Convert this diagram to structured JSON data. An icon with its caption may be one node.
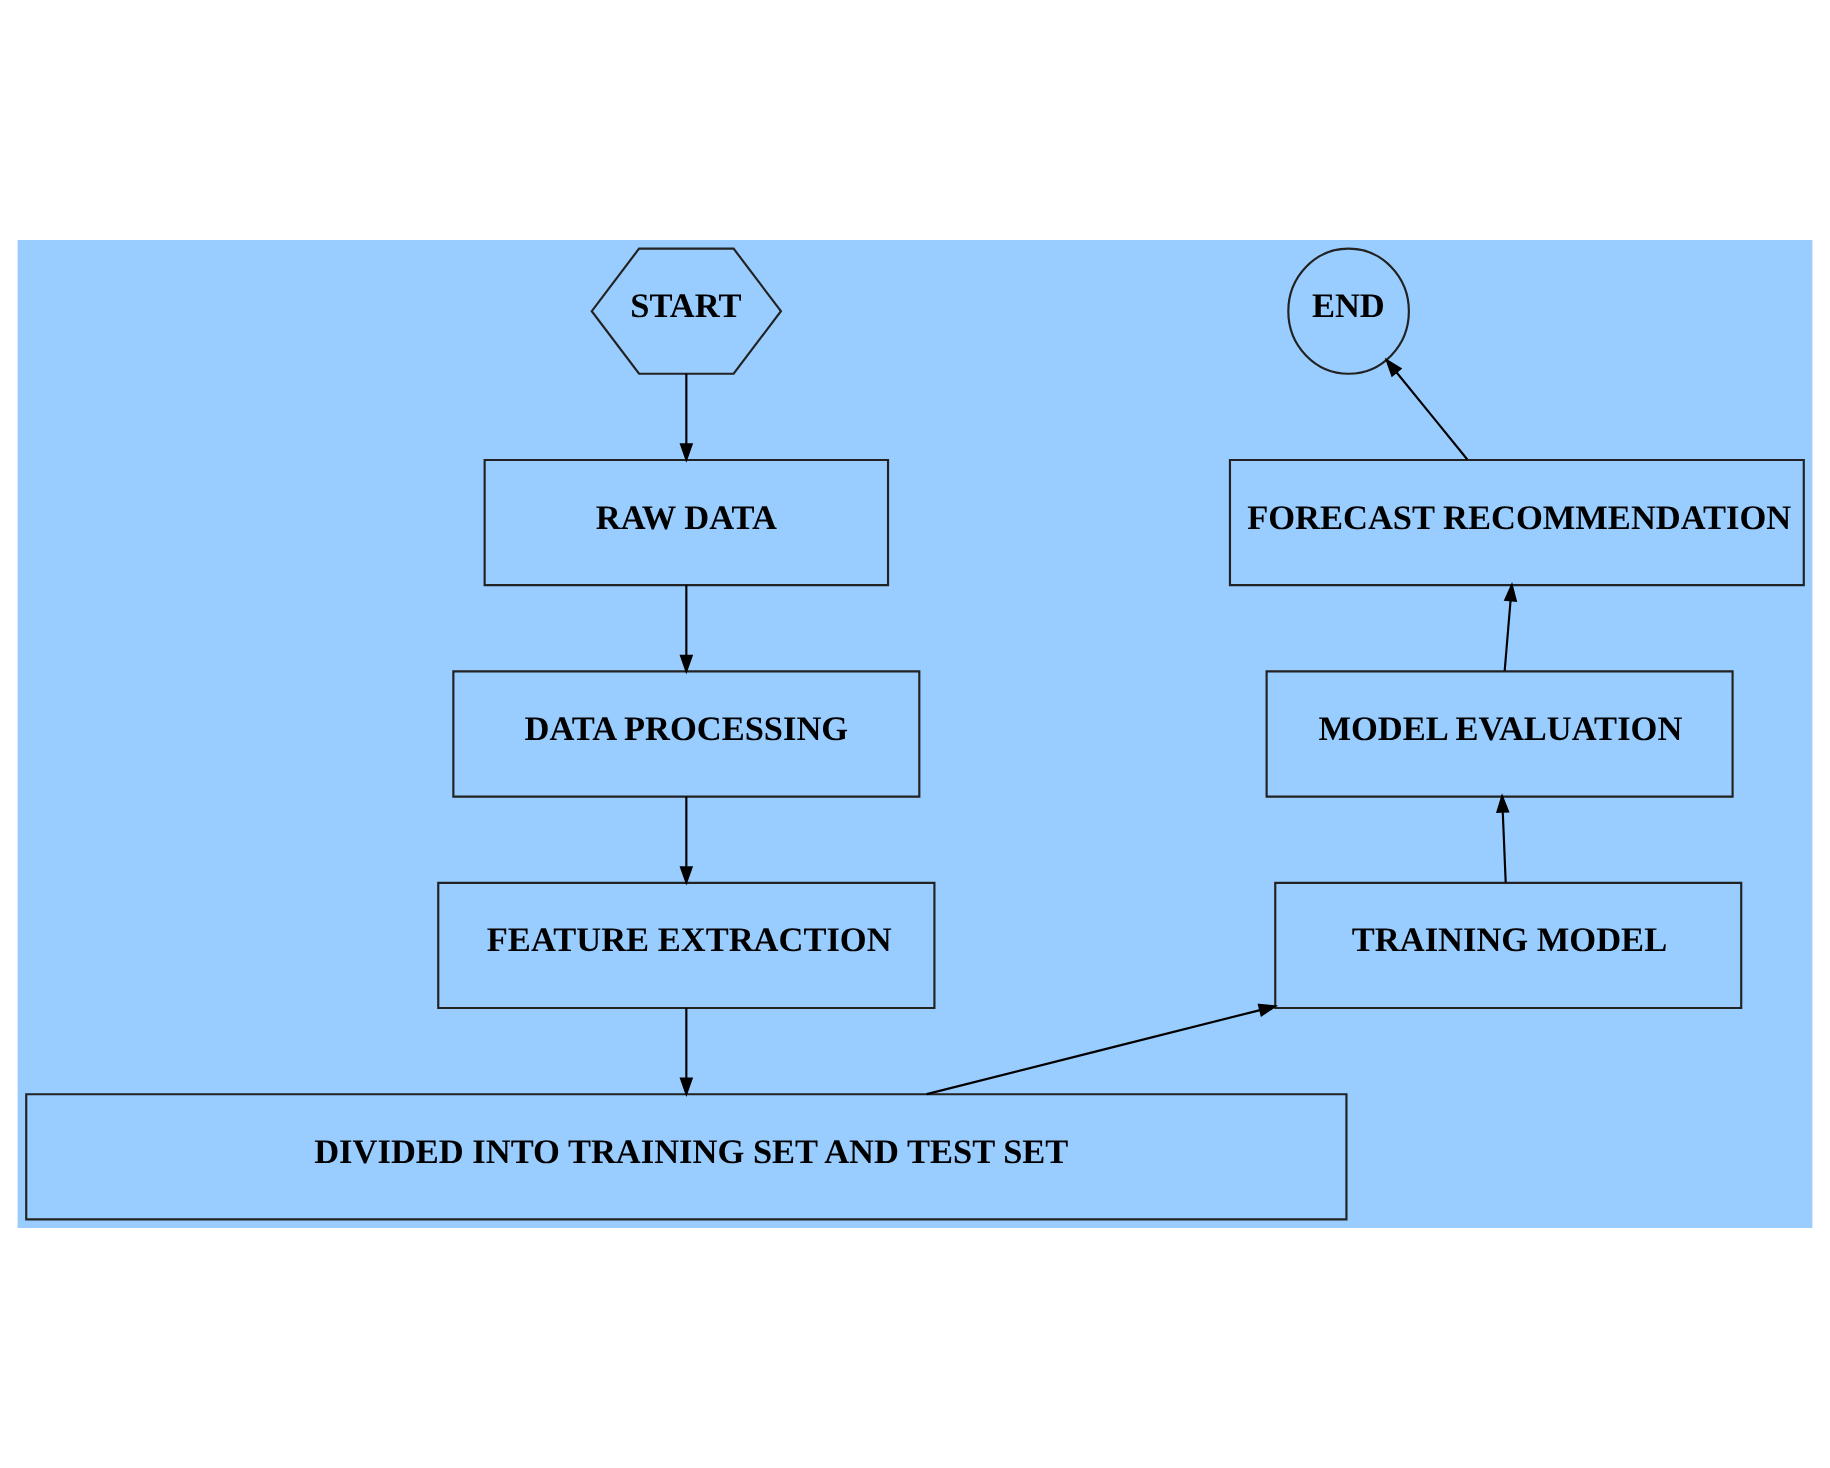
{
  "diagram": {
    "nodes": [
      {
        "text": [
          "START"
        ]
      },
      {
        "text": [
          "RAW DATA"
        ]
      },
      {
        "text": [
          "DATA PROCESSING"
        ]
      },
      {
        "text": [
          "FEATURE EXTRACTION"
        ]
      },
      {
        "text": [
          "DIVIDED INTO TRAINING SET AND TEST SET"
        ]
      },
      {
        "text": [
          "TRAINING MODEL"
        ]
      },
      {
        "text": [
          "MODEL EVALUATION"
        ]
      },
      {
        "text": [
          "FORECAST RECOMMENDATION"
        ]
      },
      {
        "text": [
          "END"
        ]
      }
    ],
    "edges": [
      {
        "from": 0,
        "to": 1,
        "arrow": "to"
      },
      {
        "from": 1,
        "to": 2,
        "arrow": "to"
      },
      {
        "from": 2,
        "to": 3,
        "arrow": "to"
      },
      {
        "from": 3,
        "to": 4,
        "arrow": "to"
      },
      {
        "from": 4,
        "to": 5,
        "arrow": "to"
      },
      {
        "from": 5,
        "to": 6,
        "arrow": "to"
      },
      {
        "from": 6,
        "to": 7,
        "arrow": "to"
      },
      {
        "from": 7,
        "to": 8,
        "arrow": "to"
      }
    ]
  }
}
